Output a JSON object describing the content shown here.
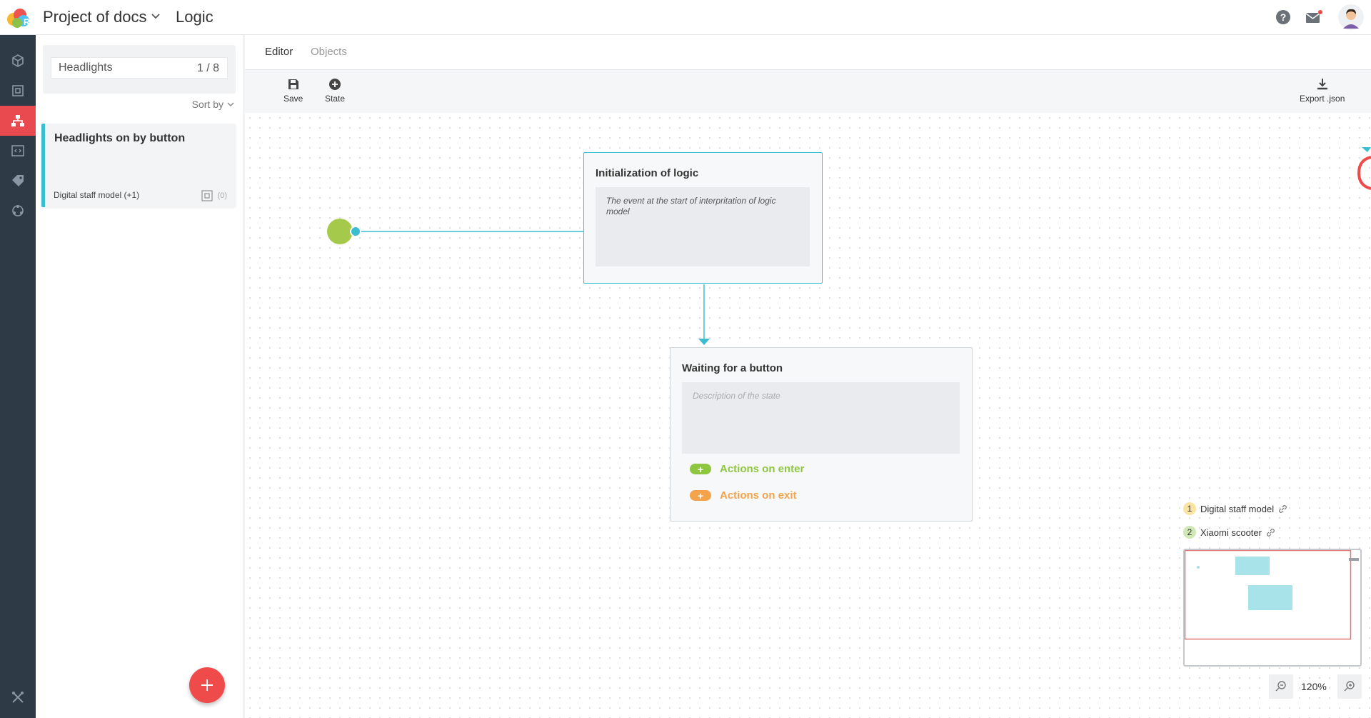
{
  "header": {
    "project_name": "Project of docs",
    "page_title": "Logic"
  },
  "sidebar": {
    "icons": [
      "cube-icon",
      "object-icon",
      "logic-icon",
      "code-icon",
      "tag-icon",
      "network-icon",
      "tools-icon"
    ],
    "active": "logic-icon"
  },
  "list_panel": {
    "search_value": "Headlights",
    "search_count": "1 / 8",
    "sort_label": "Sort by",
    "cards": [
      {
        "title": "Headlights on by button",
        "meta": "Digital staff model (+1)",
        "count": "(0)"
      }
    ]
  },
  "tabs": [
    {
      "label": "Editor",
      "active": true
    },
    {
      "label": "Objects",
      "active": false
    }
  ],
  "toolbar": {
    "save_label": "Save",
    "state_label": "State",
    "export_label": "Export .json"
  },
  "canvas": {
    "init_node": {
      "title": "Initialization of logic",
      "description": "The event at the start of interpritation of logic model"
    },
    "state_node": {
      "title": "Waiting for a button",
      "description_placeholder": "Description of the state",
      "actions_on_enter": "Actions on enter",
      "actions_on_exit": "Actions on exit"
    },
    "objects": [
      {
        "num": "1",
        "name": "Digital staff model",
        "color": "#fbe3a3"
      },
      {
        "num": "2",
        "name": "Xiaomi scooter",
        "color": "#cfe8b6"
      }
    ],
    "zoom": "120%"
  },
  "colors": {
    "accent_teal": "#3bbdd0",
    "accent_red": "#ef4b4b",
    "start_green": "#a5c94a",
    "enter_green": "#8ec63f",
    "exit_orange": "#f5a34a",
    "rail_dark": "#2e3a46"
  }
}
